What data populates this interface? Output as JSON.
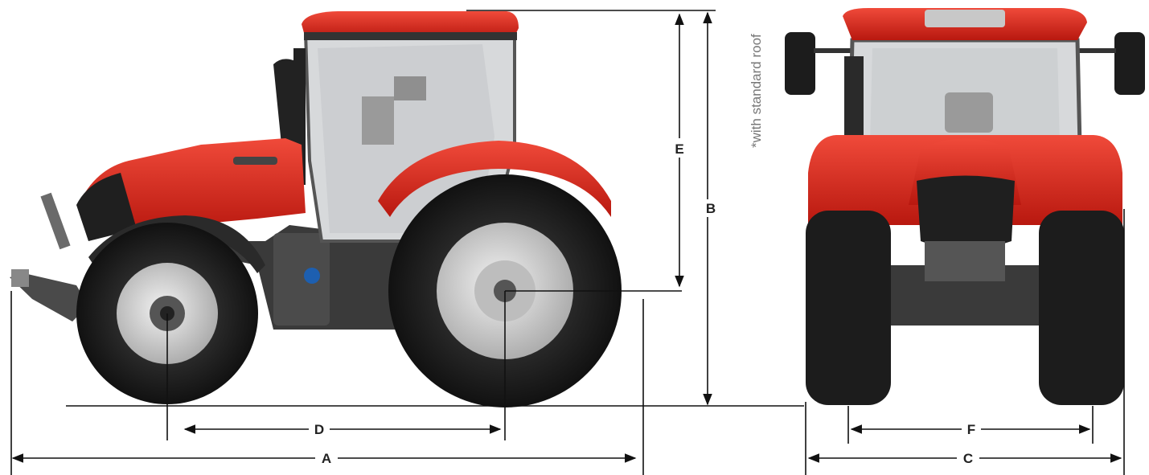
{
  "note": "*with standard roof",
  "dimensions": {
    "A": "A",
    "B": "B",
    "C": "C",
    "D": "D",
    "E": "E",
    "F": "F"
  },
  "colors": {
    "body_red": "#e0261b",
    "tyre": "#1c1c1c",
    "rim": "#cfcfcf",
    "chassis": "#3a3a3a",
    "glass": "#d7d9db",
    "line": "#111111"
  },
  "views": [
    "side-view",
    "front-view"
  ]
}
